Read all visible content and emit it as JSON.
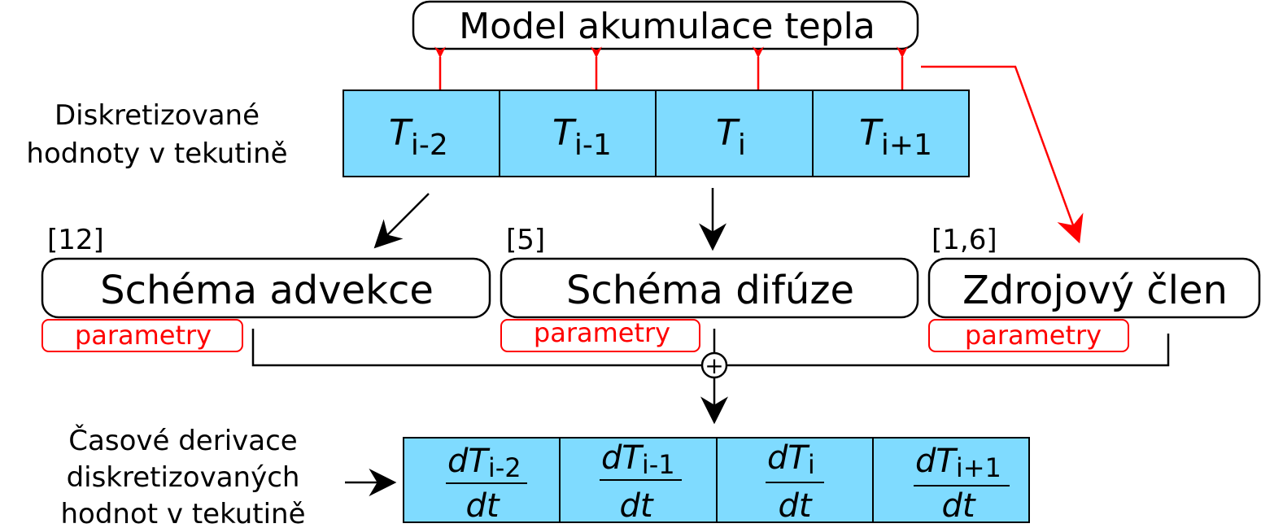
{
  "colors": {
    "cell_fill": "#7fdbff",
    "red": "#ff0000",
    "black": "#000000"
  },
  "model": {
    "title": "Model akumulace tepla"
  },
  "left_labels": {
    "discrete_line1": "Diskretizované",
    "discrete_line2": "hodnoty v tekutině",
    "deriv_line1": "Časové derivace",
    "deriv_line2": "diskretizovaných",
    "deriv_line3": "hodnot v tekutině"
  },
  "temps": [
    {
      "symbol": "T",
      "sub": "i-2"
    },
    {
      "symbol": "T",
      "sub": "i-1"
    },
    {
      "symbol": "T",
      "sub": "i"
    },
    {
      "symbol": "T",
      "sub": "i+1"
    }
  ],
  "schemes": [
    {
      "ref": "[12]",
      "label": "Schéma advekce",
      "param": "parametry"
    },
    {
      "ref": "[5]",
      "label": "Schéma difúze",
      "param": "parametry"
    },
    {
      "ref": "[1,6]",
      "label": "Zdrojový člen",
      "param": "parametry"
    }
  ],
  "sum_symbol": "+",
  "derivs": [
    {
      "num": "dT",
      "sub": "i-2",
      "den": "dt"
    },
    {
      "num": "dT",
      "sub": "i-1",
      "den": "dt"
    },
    {
      "num": "dT",
      "sub": "i",
      "den": "dt"
    },
    {
      "num": "dT",
      "sub": "i+1",
      "den": "dt"
    }
  ]
}
